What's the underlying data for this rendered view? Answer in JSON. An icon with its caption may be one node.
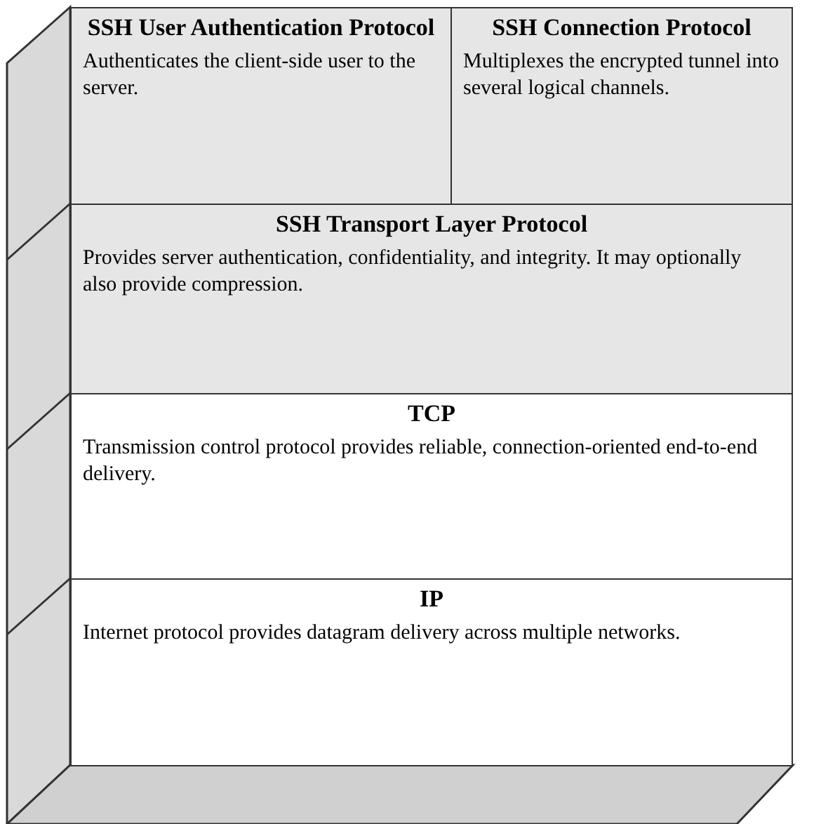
{
  "diagram": {
    "nodes": [
      {
        "text": [
          "SSH User Authentication Protocol",
          "Authenticates the client-side user to the server."
        ]
      },
      {
        "text": [
          "SSH Connection Protocol",
          "Multiplexes the encrypted tunnel into several logical channels."
        ]
      },
      {
        "text": [
          "SSH Transport Layer Protocol",
          "Provides server authentication, confidentiality, and integrity. It may optionally also provide compression."
        ]
      },
      {
        "text": [
          "TCP",
          "Transmission control protocol provides reliable, connection-oriented end-to-end delivery."
        ]
      },
      {
        "text": [
          "IP",
          "Internet protocol provides datagram delivery across multiple networks."
        ]
      }
    ]
  }
}
